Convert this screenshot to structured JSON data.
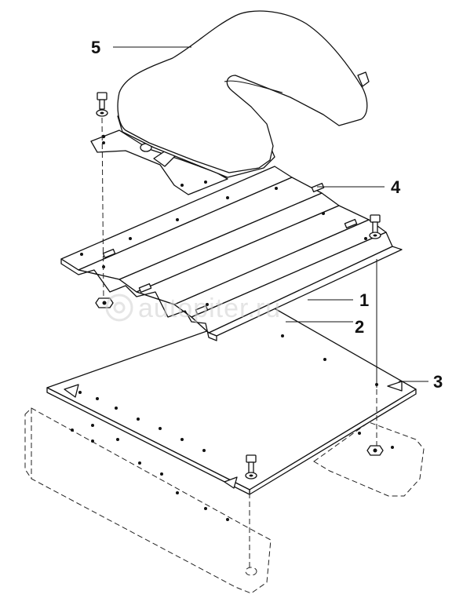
{
  "watermark": {
    "text": "autopiter.ru"
  },
  "callouts": [
    {
      "id": "1",
      "label": "1"
    },
    {
      "id": "2",
      "label": "2"
    },
    {
      "id": "3",
      "label": "3"
    },
    {
      "id": "4",
      "label": "4"
    },
    {
      "id": "5",
      "label": "5"
    }
  ],
  "colors": {
    "line": "#111111",
    "background": "#ffffff",
    "watermark": "#cfcfcf"
  }
}
